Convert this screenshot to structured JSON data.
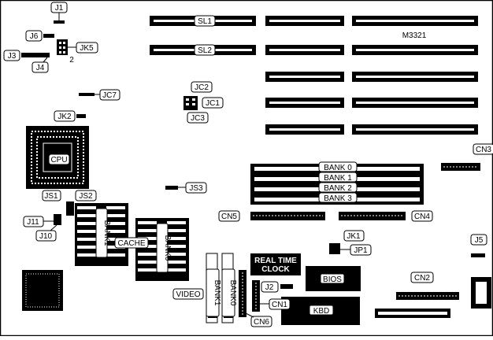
{
  "board": {
    "model": "M3321",
    "labels": {
      "j1": "J1",
      "j3": "J3",
      "j4": "J4",
      "j6": "J6",
      "jk5": "JK5",
      "pin2": "2",
      "sl1": "SL1",
      "sl2": "SL2",
      "jc7": "JC7",
      "jc2": "JC2",
      "jc1": "JC1",
      "jc3": "JC3",
      "jk2": "JK2",
      "cpu": "CPU",
      "js3": "JS3",
      "js1": "JS1",
      "js2": "JS2",
      "j11": "J11",
      "j10": "J10",
      "bank1_cache": "BANK1",
      "bank0_cache": "BANK0",
      "cache": "CACHE",
      "bank_0": "BANK 0",
      "bank_1": "BANK 1",
      "bank_2": "BANK 2",
      "bank_3": "BANK 3",
      "cn3": "CN3",
      "cn5": "CN5",
      "cn4": "CN4",
      "jk1": "JK1",
      "jp1": "JP1",
      "j5": "J5",
      "rtc_line1": "REAL TIME",
      "rtc_line2": "CLOCK",
      "j2": "J2",
      "bios": "BIOS",
      "cn1": "CN1",
      "cn2": "CN2",
      "video": "VIDEO",
      "vbank1": "BANK1",
      "vbank0": "BANK0",
      "cn6": "CN6",
      "kbd": "KBD"
    }
  }
}
